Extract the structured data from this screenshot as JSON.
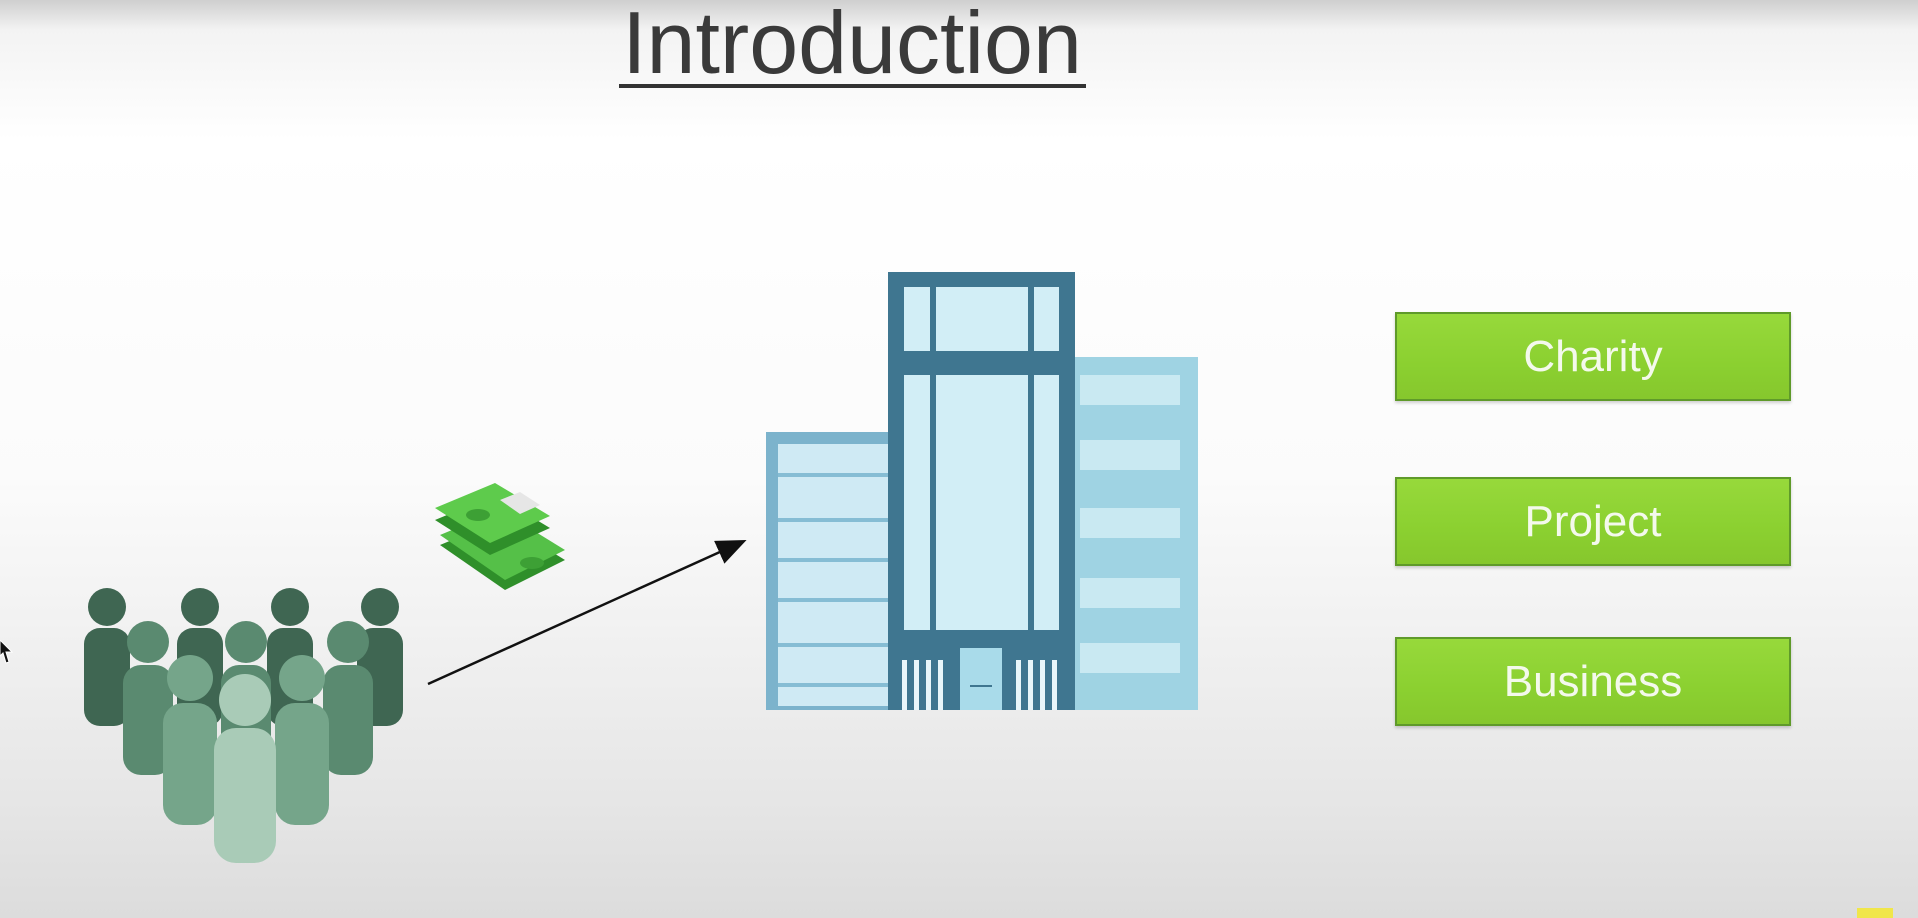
{
  "slide": {
    "title": "Introduction"
  },
  "categories": [
    {
      "label": "Charity"
    },
    {
      "label": "Project"
    },
    {
      "label": "Business"
    }
  ],
  "icons": {
    "crowd": "people-crowd-icon",
    "money": "cash-stack-icon",
    "building": "office-building-icon",
    "arrow": "flow-arrow"
  },
  "colors": {
    "box_green": "#8bd030",
    "box_border": "#5f9a2a",
    "crowd_dark": "#3f6652",
    "crowd_light": "#a9cbb7",
    "building_dark": "#3f7690",
    "building_glass": "#d2eef6"
  }
}
